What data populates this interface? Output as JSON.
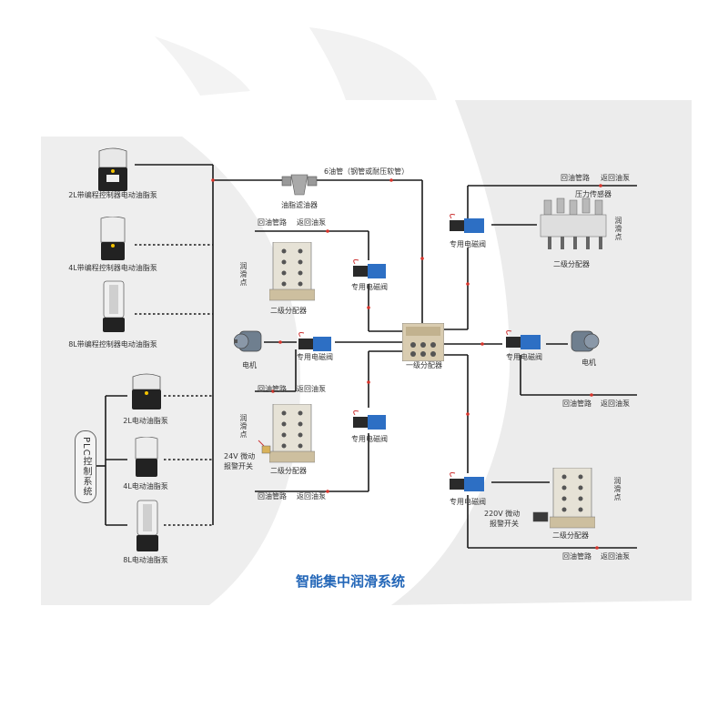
{
  "title": "智能集中润滑系统",
  "pumps": {
    "p2l_plc": "2L带编程控制器电动油脂泵",
    "p4l_plc": "4L带编程控制器电动油脂泵",
    "p8l_plc": "8L带编程控制器电动油脂泵",
    "p2l": "2L电动油脂泵",
    "p4l": "4L电动油脂泵",
    "p8l": "8L电动油脂泵"
  },
  "plc": "PLC控制系统",
  "filter": "油脂滤油器",
  "pipe": "6油管（钢管或耐压软管）",
  "valve": "专用电磁阀",
  "motor": "电机",
  "primary": "一级分配器",
  "secondary": "二级分配器",
  "pressure_sensor": "压力传感器",
  "return_pipe": "回油管路",
  "return_pump": "返回油泵",
  "lube_point": "润滑点",
  "switch_24v_a": "24V 微动",
  "switch_24v_b": "报警开关",
  "switch_220v_a": "220V 微动",
  "switch_220v_b": "报警开关",
  "colors": {
    "accent": "#2467b8",
    "line": "#1a1a1a",
    "flow_marker": "#d9342b",
    "background_shape": "#e9e9e9"
  }
}
